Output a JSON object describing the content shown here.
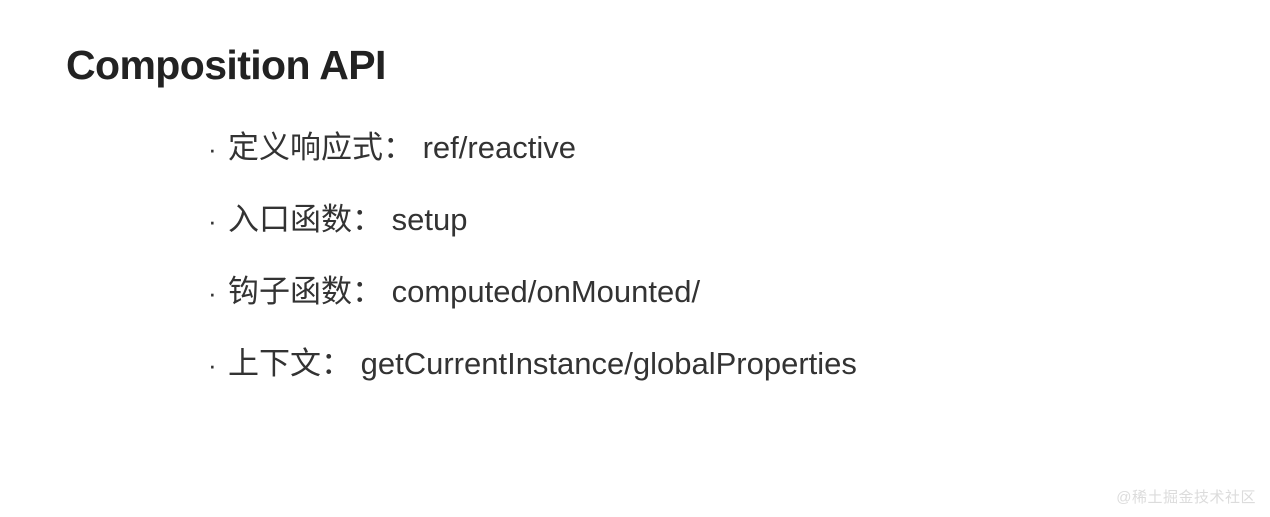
{
  "slide": {
    "title": "Composition API",
    "bullet_marker": "·",
    "bullets": [
      {
        "id": "define-reactive",
        "text": "定义响应式： ref/reactive"
      },
      {
        "id": "entry-function",
        "text": "入口函数： setup"
      },
      {
        "id": "hook-function",
        "text": "钩子函数： computed/onMounted/"
      },
      {
        "id": "context",
        "text": "上下文： getCurrentInstance/globalProperties"
      }
    ],
    "watermark": "@稀土掘金技术社区",
    "colors": {
      "background": "#ffffff",
      "title_text": "#222222",
      "body_text": "#333333",
      "watermark_text": "#dcdcdc"
    }
  }
}
